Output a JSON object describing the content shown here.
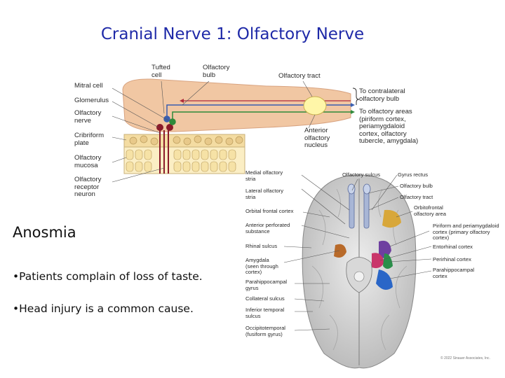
{
  "title": "Cranial Nerve 1:  Olfactory Nerve",
  "heading": "Anosmia",
  "bullets": [
    "•Patients complain of loss of taste.",
    "•Head injury is a common cause."
  ],
  "top_diagram": {
    "tufted_cell": "Tufted\ncell",
    "olfactory_bulb": "Olfactory\nbulb",
    "olfactory_tract": "Olfactory tract",
    "mitral_cell": "Mitral cell",
    "glomerulus": "Glomerulus",
    "olfactory_nerve": "Olfactory\nnerve",
    "cribriform_plate": "Cribriform\nplate",
    "olfactory_mucosa": "Olfactory\nmucosa",
    "olfactory_receptor_neuron": "Olfactory\nreceptor\nneuron",
    "to_contralateral": "To contralateral\nolfactory bulb",
    "to_olfactory_areas": "To olfactory areas\n(piriform cortex,\nperiamygdaloid\ncortex, olfactory\ntubercle, amygdala)",
    "anterior_olfactory_nucleus": "Anterior\nolfactory\nnucleus"
  },
  "brain_diagram": {
    "left_labels": [
      "Medial olfactory\nstria",
      "Lateral olfactory\nstria",
      "Orbital frontal cortex",
      "Anterior perforated\nsubstance",
      "Rhinal sulcus",
      "Amygdala\n(seen through\ncortex)",
      "Parahippocampal\ngyrus",
      "Collateral sulcus",
      "Inferior temporal\nsulcus",
      "Occipitotemporal\n(fusiform gyrus)"
    ],
    "olfactory_sulcus": "Olfactory sulcus",
    "right_labels": [
      "Gyrus rectus",
      "Olfactory bulb",
      "Olfactory tract",
      "Orbitofrontal\nolfactory area",
      "Piriform and periamygdaloid\ncortex (primary olfactory\ncortex)",
      "Entorhinal cortex",
      "Perirhinal cortex",
      "Parahippocampal\ncortex"
    ],
    "copyright": "© 2022 Sinauer Associates, Inc."
  },
  "colors": {
    "title": "#1f2aa8",
    "bulb": "#f1c7a3",
    "bone": "#f4dca2",
    "orbitofrontal": "#d8a73a",
    "piriform": "#6e3fa0",
    "entorhinal": "#c9356a",
    "perirhinal": "#2a8f4a",
    "parahippocampal": "#2a66c7",
    "amygdala": "#b86a2a"
  }
}
